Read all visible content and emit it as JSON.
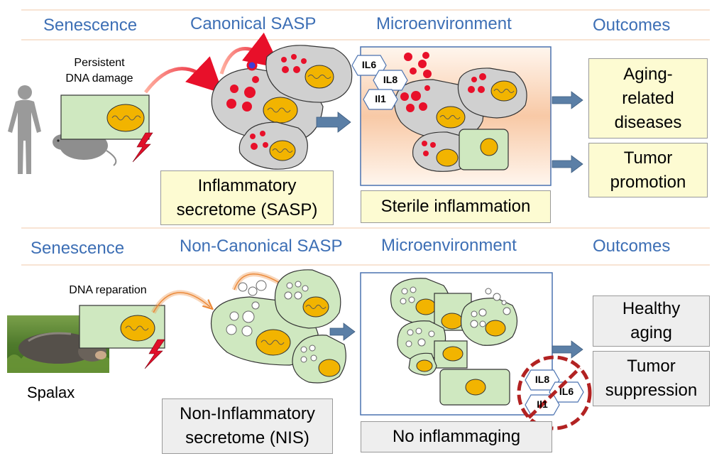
{
  "top_row": {
    "headers": [
      "Senescence",
      "Canonical SASP",
      "Microenvironment",
      "Outcomes"
    ],
    "damage_label": "Persistent\nDNA damage",
    "secretome_box": "Inflammatory\nsecretome (SASP)",
    "micro_box": "Sterile inflammation",
    "cytokines": [
      "IL6",
      "IL8",
      "Il1"
    ],
    "outcomes": [
      "Aging-\nrelated\ndiseases",
      "Tumor\npromotion"
    ]
  },
  "bottom_row": {
    "headers": [
      "Senescence",
      "Non-Canonical SASP",
      "Microenvironment",
      "Outcomes"
    ],
    "repair_label": "DNA reparation",
    "organism_label": "Spalax",
    "secretome_box": "Non-Inflammatory\nsecretome (NIS)",
    "micro_box": "No inflammaging",
    "cytokines": [
      "IL8",
      "IL6",
      "Il1"
    ],
    "outcomes": [
      "Healthy\naging",
      "Tumor\nsuppression"
    ]
  },
  "colors": {
    "header": "#3d6fb5",
    "senescent_cell": "#d0d0d0",
    "healthy_cell": "#cfe8c0",
    "nucleus": "#f2b400",
    "sasp_granule": "#e8102a",
    "outcome_yellow": "#fdfbd2",
    "outcome_gray": "#eeeeee",
    "flow_arrow": "#5b7fa6",
    "prohibition": "#b22222"
  },
  "icons": [
    "human-silhouette-icon",
    "mouse-icon",
    "spalax-photo",
    "lightning-icon",
    "prohibition-icon"
  ]
}
